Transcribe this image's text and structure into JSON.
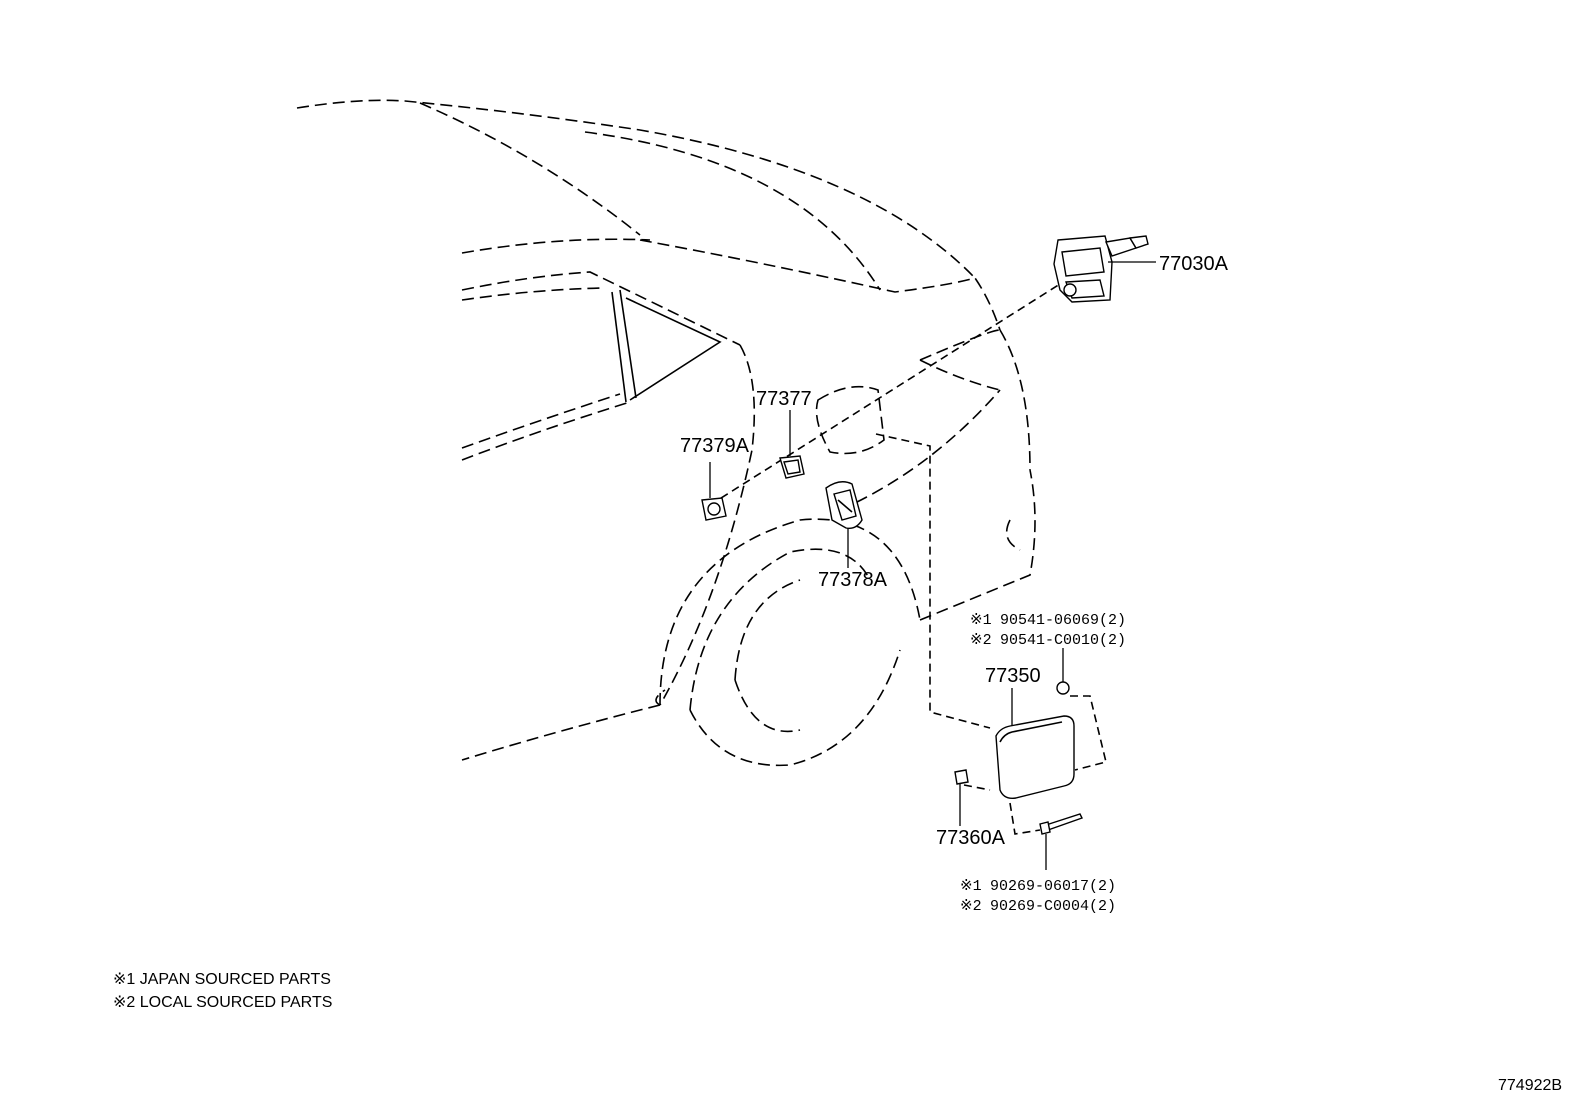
{
  "callouts": {
    "fuel_lid_opener_actuator": "77030A",
    "fuel_inlet_protector": "77377",
    "grommet": "77379A",
    "fuel_inlet_box": "77378A",
    "fuel_filler_door": "77350",
    "hinge_spring": "77360A"
  },
  "fasteners": {
    "upper": {
      "japan": {
        "mark": "※1",
        "number": "90541-06069(2)"
      },
      "local": {
        "mark": "※2",
        "number": "90541-C0010(2)"
      }
    },
    "lower": {
      "japan": {
        "mark": "※1",
        "number": "90269-06017(2)"
      },
      "local": {
        "mark": "※2",
        "number": "90269-C0004(2)"
      }
    }
  },
  "legend": [
    "※1 JAPAN SOURCED PARTS",
    "※2 LOCAL SOURCED PARTS"
  ],
  "illustration_id": "774922B"
}
